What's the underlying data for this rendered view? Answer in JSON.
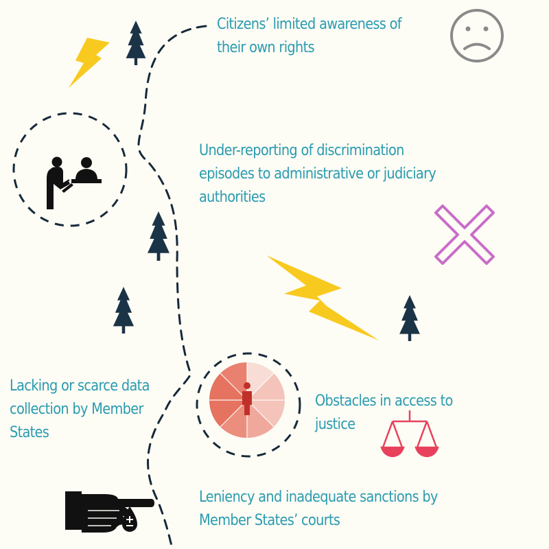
{
  "colors": {
    "background": "#fdfcf5",
    "text": "#2a9bb0",
    "path": "#17293a",
    "tree": "#1b3346",
    "lightning": "#f8ca1f",
    "cross": "#c96dc9",
    "scales": "#e8415c",
    "sad_face": "#8a8a8a",
    "pie": [
      "#e67260",
      "#ec8e7e",
      "#f0a89c",
      "#f4c3ba",
      "#f8ddd7"
    ],
    "icon": "#111111"
  },
  "icons": [
    "sad-face-icon",
    "lightning-icon",
    "tree-icon",
    "people-at-desk-icon",
    "cross-icon",
    "person-pie-icon",
    "scales-of-justice-icon",
    "pointing-hand-icon"
  ],
  "items": [
    {
      "lines": [
        "Citizens’ limited awareness of",
        "their own rights"
      ]
    },
    {
      "lines": [
        "Under-reporting of discrimination",
        "episodes to administrative or judiciary",
        "authorities"
      ]
    },
    {
      "lines": [
        "Lacking or scarce data",
        "collection by Member",
        "States"
      ]
    },
    {
      "lines": [
        "Obstacles in access to",
        "justice"
      ]
    },
    {
      "lines": [
        "Leniency and inadequate sanctions by",
        "Member States’ courts"
      ]
    }
  ]
}
